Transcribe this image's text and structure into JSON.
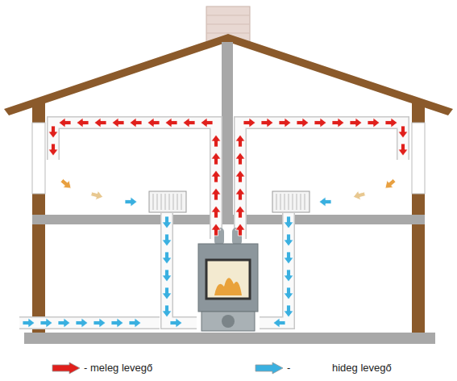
{
  "diagram": {
    "labels": [
      "hideg levegő"
    ],
    "legend": [
      {
        "text": "- meleg levegő",
        "color": "#e0201c"
      },
      {
        "text": "-",
        "color": "#3ab0e0"
      }
    ]
  }
}
